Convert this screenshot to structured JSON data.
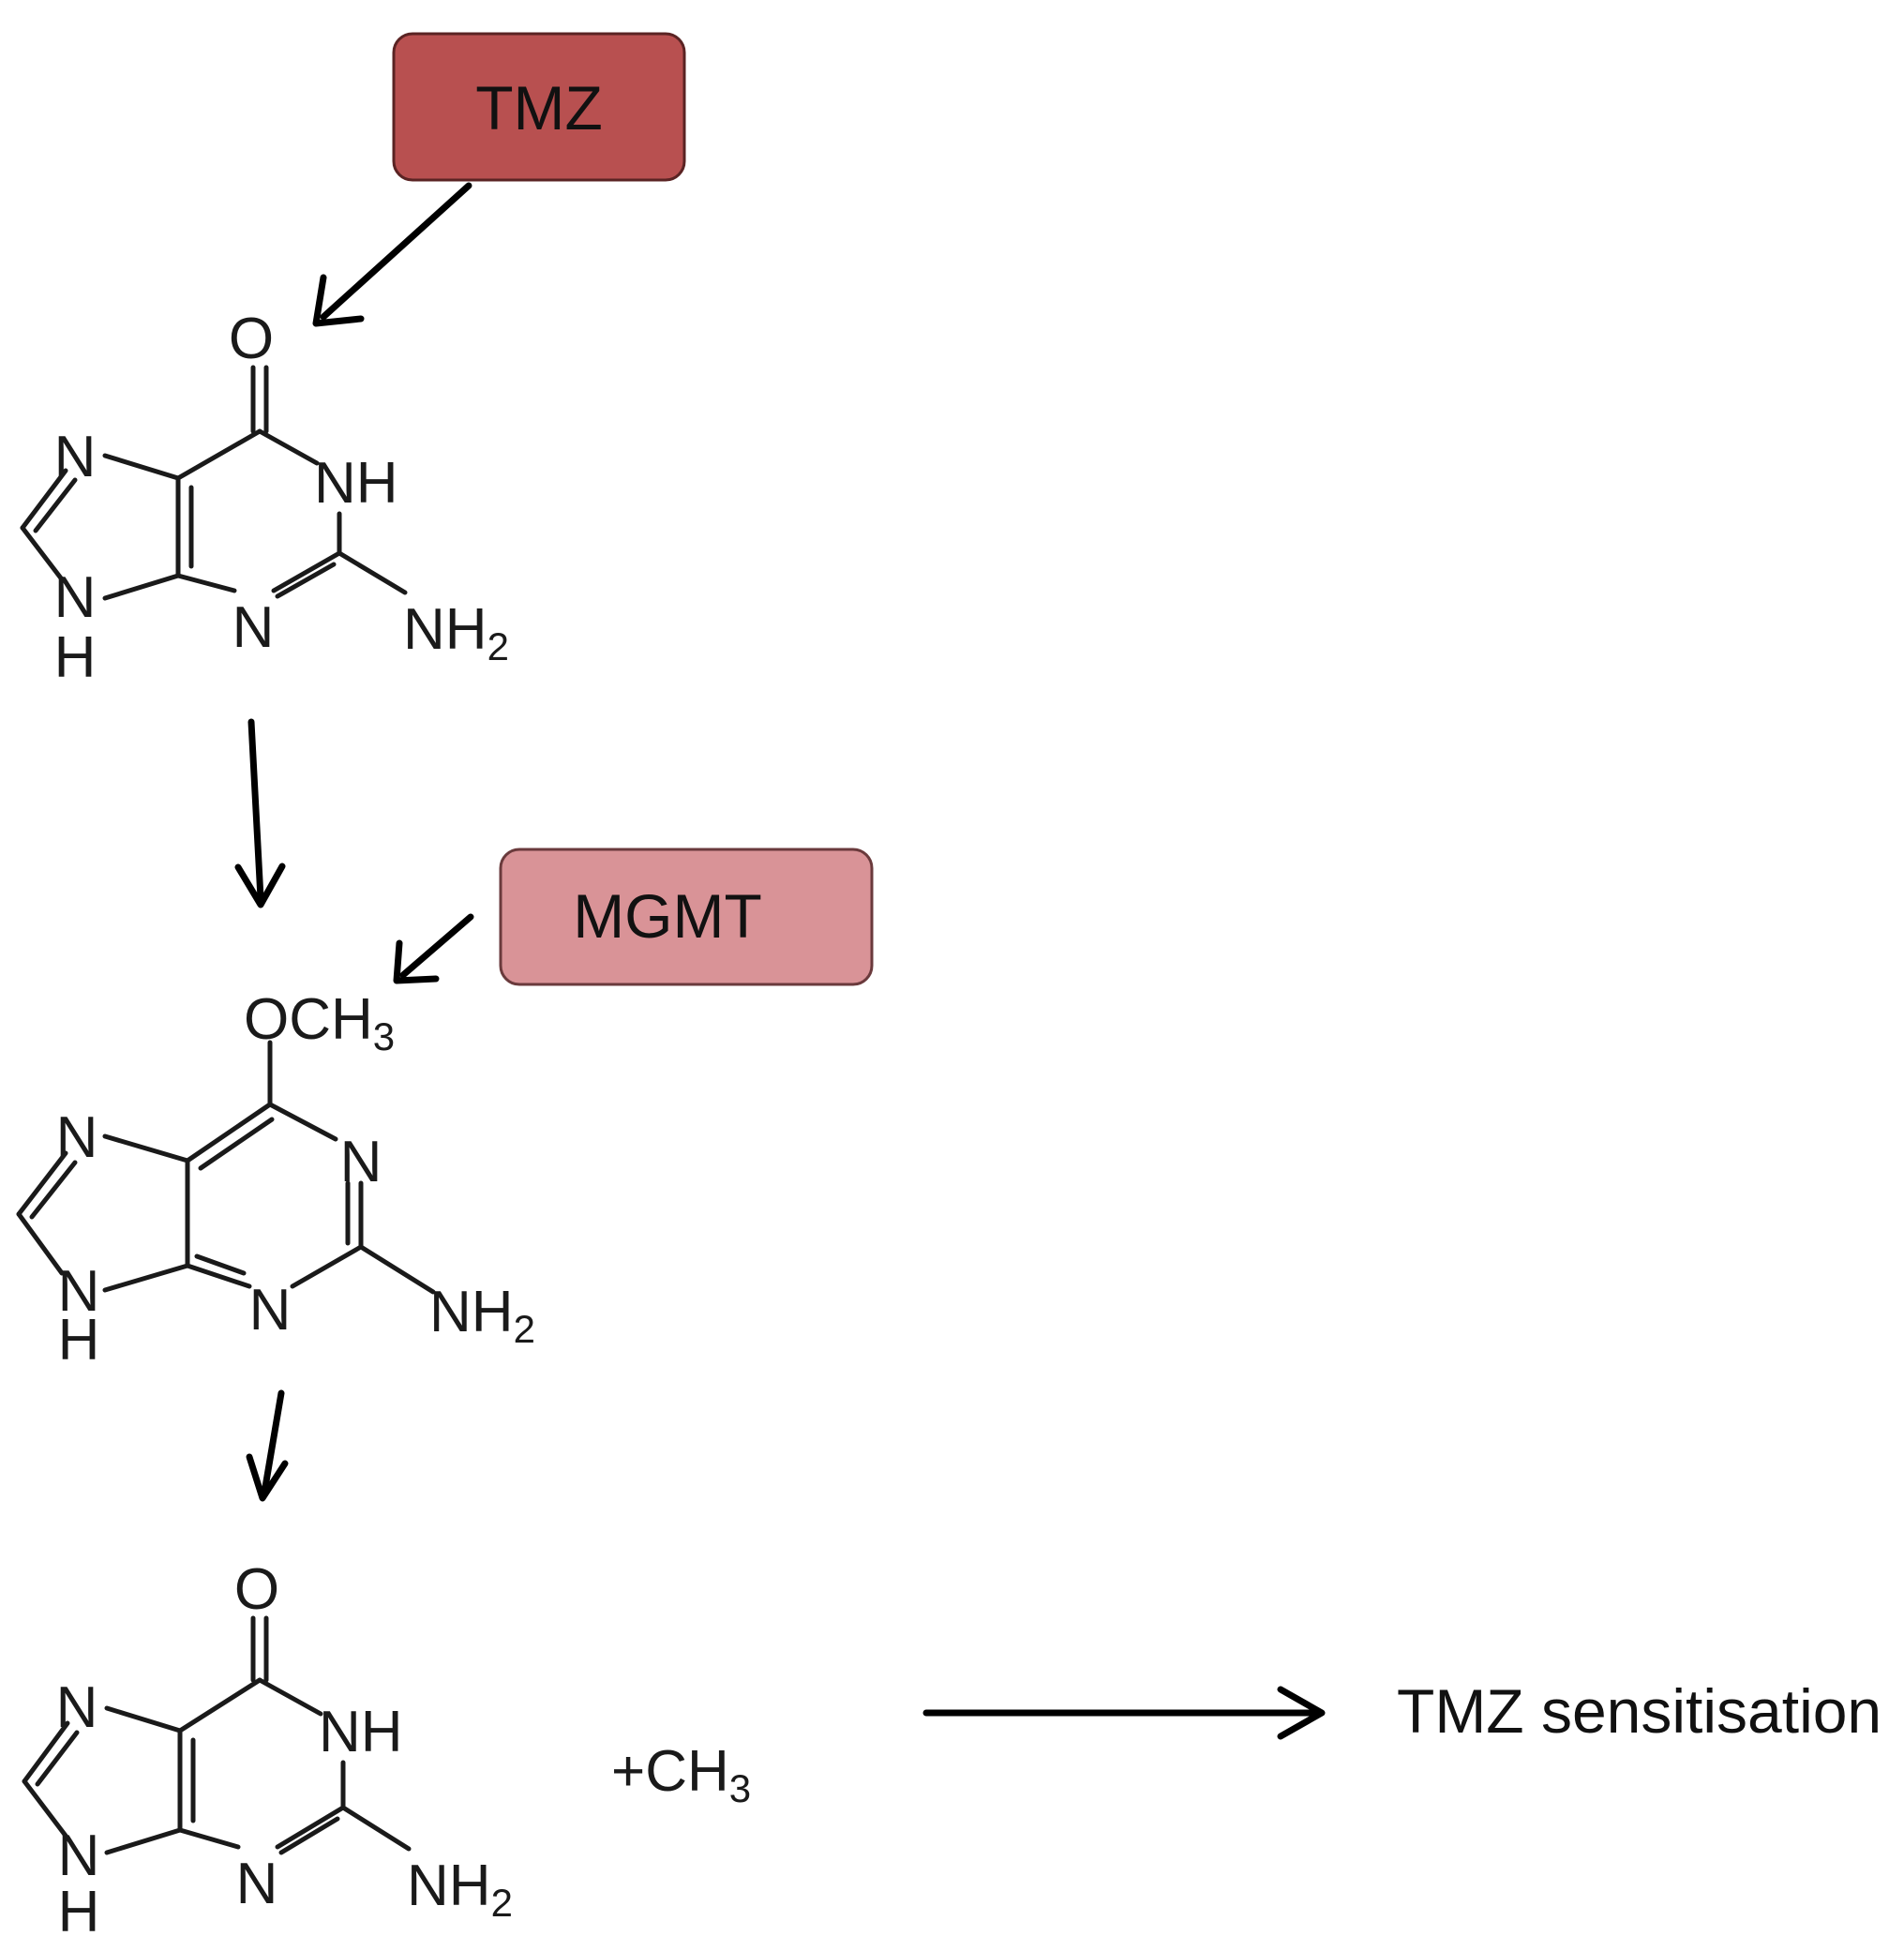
{
  "boxes": {
    "tmz": {
      "label": "TMZ",
      "color": "#b85050"
    },
    "mgmt": {
      "label": "MGMT",
      "color": "#d99397"
    }
  },
  "molecule_top": {
    "o": "O",
    "n7": "N",
    "nh1": "NH",
    "n9": "N",
    "h9": "H",
    "n3": "N",
    "nh2": "NH",
    "sub2": "2"
  },
  "molecule_mid": {
    "och": "OCH",
    "sub3": "3",
    "n7": "N",
    "n1": "N",
    "n9": "N",
    "h9": "H",
    "n3": "N",
    "nh2": "NH",
    "sub2": "2"
  },
  "molecule_bottom": {
    "o": "O",
    "n7": "N",
    "nh1": "NH",
    "n9": "N",
    "h9": "H",
    "n3": "N",
    "nh2": "NH",
    "sub2": "2"
  },
  "byproduct": {
    "text": "+CH",
    "sub": "3"
  },
  "outcome": {
    "label": "TMZ sensitisation"
  }
}
